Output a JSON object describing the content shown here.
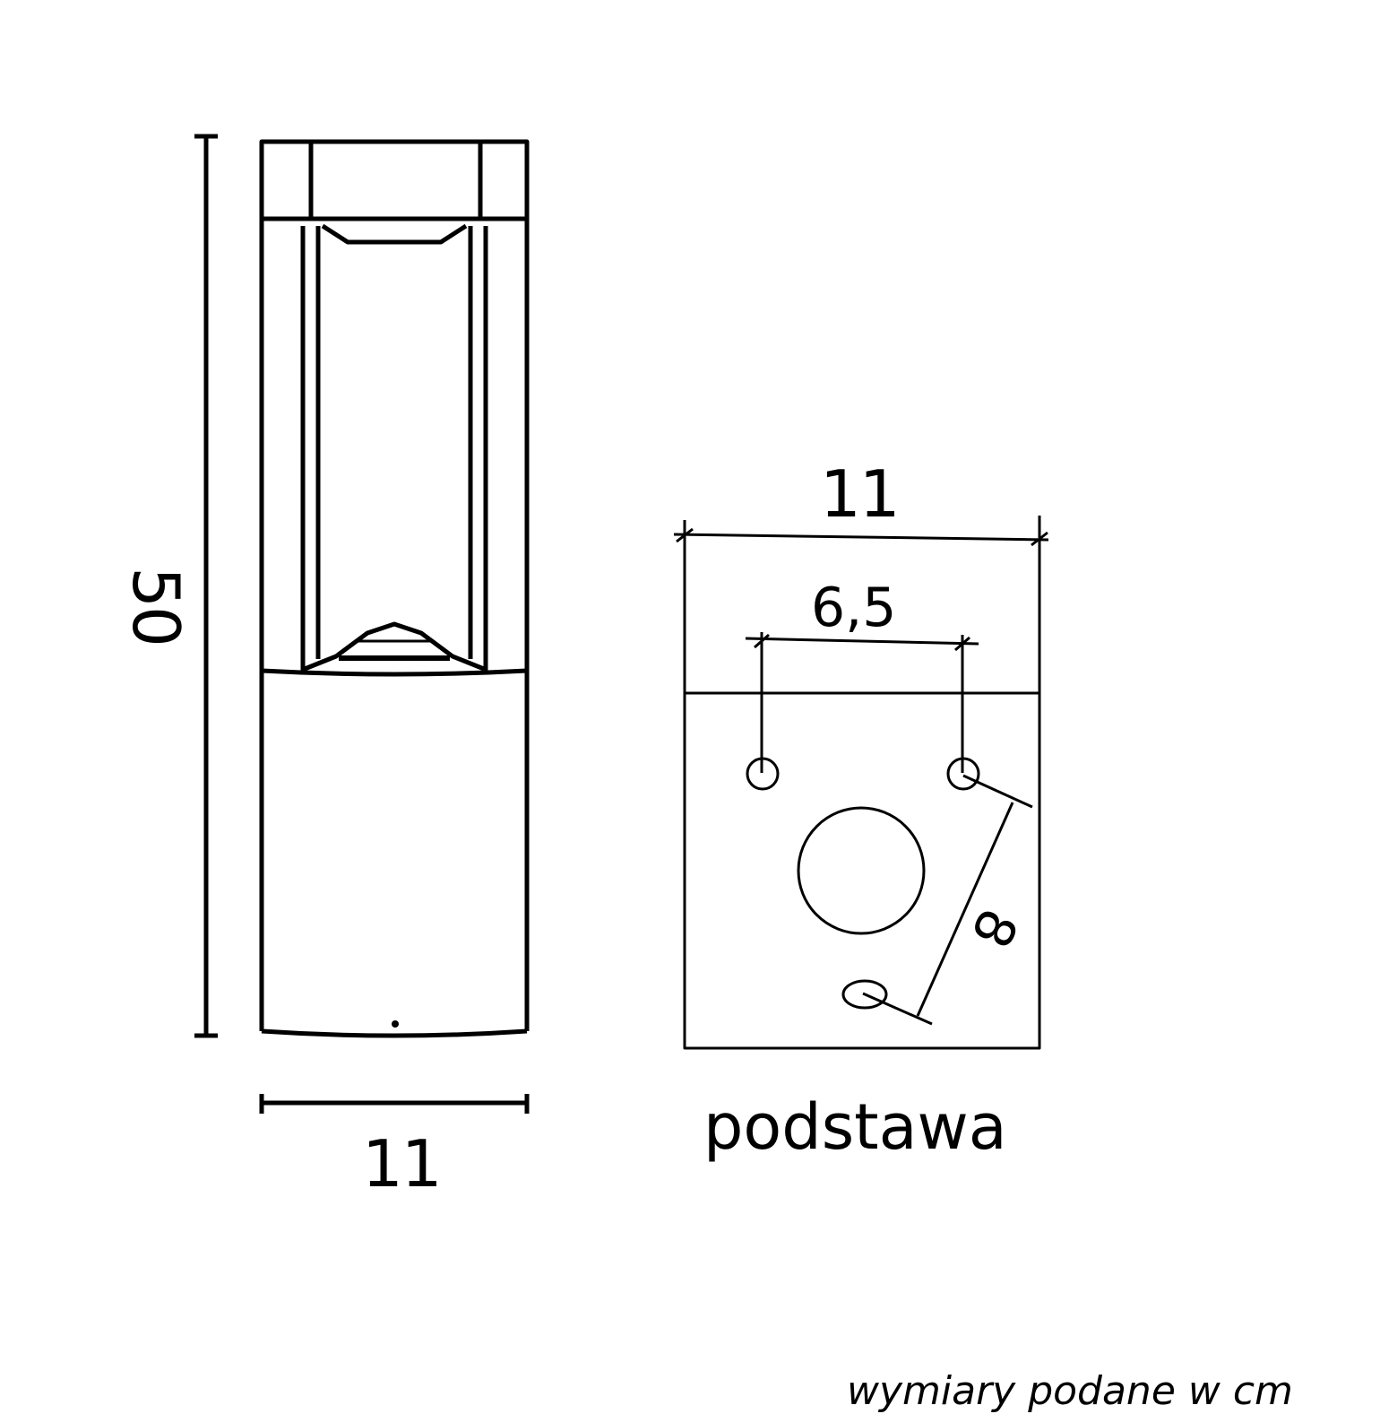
{
  "diagram": {
    "type": "technical-drawing",
    "subject": "garden bollard lamp dimensions",
    "front_view": {
      "height_label": "50",
      "width_label": "11"
    },
    "base_view": {
      "width_label": "11",
      "hole_spacing_label": "6,5",
      "diagonal_label": "8",
      "caption": "podstawa"
    },
    "footer_note": "wymiary podane w cm",
    "stroke_color": "#000000",
    "background_color": "#ffffff"
  }
}
